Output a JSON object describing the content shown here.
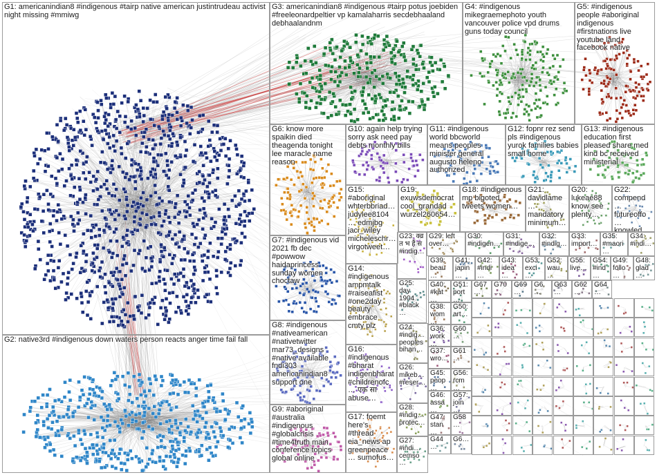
{
  "title": "",
  "colors": {
    "g1": "#1c2f7a",
    "g2": "#2f86c8",
    "g3": "#1f7a3a",
    "g4": "#3d8f3d",
    "g5": "#9c2a18",
    "g6": "#d98a1c",
    "g7": "#2855a8",
    "g8": "#5a6ac0",
    "g9": "#c05aa8",
    "misc": "#8a8a8a",
    "edge_red": "#c41e1e",
    "edge_gray": "#8c8c8c",
    "border": "#9a9a9a"
  },
  "groups": [
    {
      "id": "G1",
      "label": "G1: americanindian8 #indigenous #tairp native american justintrudeau activist night missing #mmiwg",
      "color": "#1c2f7a"
    },
    {
      "id": "G2",
      "label": "G2: native3rd #indigenous down waters person reacts anger time fail fall",
      "color": "#2f86c8"
    },
    {
      "id": "G3",
      "label": "G3: americanindian8 #indigenous #tairp potus joebiden #freeleonardpeltier vp kamalaharris secdebhaaland debhaalandnm",
      "color": "#1f7a3a"
    },
    {
      "id": "G4",
      "label": "G4: #indigenous mikegraemephoto youth vancouver police vpd drums guns today council",
      "color": "#3d8f3d"
    },
    {
      "id": "G5",
      "label": "G5: #indigenous people #aboriginal indigenous #firstnations live youtube land facebook native",
      "color": "#9c2a18"
    },
    {
      "id": "G6",
      "label": "G6: know more spaikin died theagenda tonight lee maracle name reason",
      "color": "#d98a1c"
    },
    {
      "id": "G7",
      "label": "G7: #indigenous vid 2021 fb dec #powwow haidaprincess sunday women choctaw",
      "color": "#2855a8"
    },
    {
      "id": "G8",
      "label": "G8: #indigenous #nativeamerican #nativetwitter mar73_designs #native available fndi303 americanindian8 support one",
      "color": "#5a6ac0"
    },
    {
      "id": "G9",
      "label": "G9: #aboriginal #australia #indigenous #globalcrisis #time4truth main conference topics global online",
      "color": "#c05aa8"
    },
    {
      "id": "G10",
      "label": "G10: again help trying sorry ask need pay debts monthly bills",
      "color": "#7a4ab8"
    },
    {
      "id": "G11",
      "label": "G11: #indigenous world bbcworld means peoples minister general augusto heleno authorized",
      "color": "#4a7ab8"
    },
    {
      "id": "G12",
      "label": "G12: fopnr rez send pls #indigenous yurok families babies small home",
      "color": "#3a9ab8"
    },
    {
      "id": "G13",
      "label": "G13: #indigenous education first pleased share med kind bc received ministerial",
      "color": "#5aa85a"
    },
    {
      "id": "G14",
      "label": "G14: #indigenous ampmtalk #raiseafist #one2day beauty embrace cmty plz",
      "color": "#b8a04a"
    },
    {
      "id": "G15",
      "label": "G15: #aboriginal whterbbriad… judylee8104… edmjbg jaci_wiley micheleschr… virgotweet…",
      "color": "#c8b03a"
    },
    {
      "id": "G16",
      "label": "G16: #indigenous #bharat indigenbharat #childrenofc… एक सा abuse…",
      "color": "#8a5ac8"
    },
    {
      "id": "G17",
      "label": "G17: foemt here's #thread eia_news ap greenpeace… sumofus…",
      "color": "#d88a4a"
    },
    {
      "id": "G18",
      "label": "G18: #indigenous mp bigoted tweets women…",
      "color": "#9a6a3a"
    },
    {
      "id": "G19",
      "label": "G19: exuwsdemocrat cool_grandad wurzel260654…",
      "color": "#c8c03a"
    },
    {
      "id": "G20",
      "label": "G20: lukeae88 know see plenty…",
      "color": "#6aa06a"
    },
    {
      "id": "G21",
      "label": "G21: davidlame… mandatory minimum…",
      "color": "#a0a05a"
    },
    {
      "id": "G22",
      "label": "G22: compend… futureoffo… knowled…",
      "color": "#6a8ab0"
    },
    {
      "id": "G23",
      "label": "G23: क्व्र त भ हैं स #indig…",
      "color": "#a05ac8"
    },
    {
      "id": "G24",
      "label": "G24: #indig… peoples bihan…",
      "color": "#8a8a5a"
    },
    {
      "id": "G25",
      "label": "G25: day 1904 #black…",
      "color": "#5a8a8a"
    },
    {
      "id": "G26",
      "label": "G26: mikeb… #reser…",
      "color": "#7a6aa0"
    },
    {
      "id": "G27",
      "label": "G27: #indi… cemso…",
      "color": "#6aa08a"
    },
    {
      "id": "G28",
      "label": "G28: #indig… protec…",
      "color": "#8aa05a"
    },
    {
      "id": "G29",
      "label": "G29: left over…",
      "color": "#a08a5a"
    },
    {
      "id": "G30",
      "label": "G30: #indigen…",
      "color": "#5a9a6a"
    },
    {
      "id": "G31",
      "label": "G31: #indige…",
      "color": "#8a6aa0"
    },
    {
      "id": "G32",
      "label": "G32: #indig…",
      "color": "#6a8aa0"
    },
    {
      "id": "G33",
      "label": "G33: import…",
      "color": "#a06a6a"
    },
    {
      "id": "G35",
      "label": "G35: #maori…",
      "color": "#6aa0a0"
    },
    {
      "id": "G34",
      "label": "G34: #indi…",
      "color": "#a0a06a"
    },
    {
      "id": "G39",
      "label": "G39: beau…",
      "color": "#9a7a5a"
    },
    {
      "id": "G41",
      "label": "G41: japin…",
      "color": "#5a7a9a"
    },
    {
      "id": "G42",
      "label": "G42: #indi…",
      "color": "#7a9a5a"
    },
    {
      "id": "G43",
      "label": "G43: idea…",
      "color": "#9a5a7a"
    },
    {
      "id": "G53",
      "label": "G53: exci…",
      "color": "#5a9a9a"
    },
    {
      "id": "G52",
      "label": "G52: wau…",
      "color": "#9a9a5a"
    },
    {
      "id": "G55",
      "label": "G55: live…",
      "color": "#7a5a9a"
    },
    {
      "id": "G54",
      "label": "G54: #ind…",
      "color": "#5a9a7a"
    },
    {
      "id": "G49",
      "label": "G49: follo…",
      "color": "#9a7a7a"
    },
    {
      "id": "G48",
      "label": "G48: glad…",
      "color": "#7a9a9a"
    },
    {
      "id": "G40",
      "label": "G40: #kat…",
      "color": "#8a7a5a"
    },
    {
      "id": "G51",
      "label": "G51: port…",
      "color": "#5a8a7a"
    },
    {
      "id": "G67",
      "label": "G67…",
      "color": "#7a8a5a"
    },
    {
      "id": "G70",
      "label": "G70…",
      "color": "#8a5a7a"
    },
    {
      "id": "G69",
      "label": "G69…",
      "color": "#5a7a8a"
    },
    {
      "id": "G6x",
      "label": "G6…",
      "color": "#8a8a7a"
    },
    {
      "id": "G63",
      "label": "G63…",
      "color": "#7a7a8a"
    },
    {
      "id": "G62",
      "label": "G62…",
      "color": "#8a7a8a"
    },
    {
      "id": "G64",
      "label": "G64…",
      "color": "#7a8a8a"
    },
    {
      "id": "G38",
      "label": "G38: wom…",
      "color": "#a07a5a"
    },
    {
      "id": "G50",
      "label": "G50: art…",
      "color": "#5aa07a"
    },
    {
      "id": "G36",
      "label": "G36: work…",
      "color": "#7a5aa0"
    },
    {
      "id": "G37",
      "label": "G37: wro…",
      "color": "#a05a7a"
    },
    {
      "id": "G45",
      "label": "G45: peop…",
      "color": "#5a7aa0"
    },
    {
      "id": "G46",
      "label": "G46: assa…",
      "color": "#7aa05a"
    },
    {
      "id": "G47",
      "label": "G47: stan…",
      "color": "#a07a7a"
    },
    {
      "id": "G44",
      "label": "G44…",
      "color": "#7aa0a0"
    },
    {
      "id": "G56",
      "label": "G56: rcm…",
      "color": "#a0a07a"
    },
    {
      "id": "G57",
      "label": "G57: join…",
      "color": "#7a7aa0"
    },
    {
      "id": "G58",
      "label": "G58…",
      "color": "#a07aa0"
    },
    {
      "id": "G60",
      "label": "G60…",
      "color": "#7aa07a"
    },
    {
      "id": "G61",
      "label": "G61…",
      "color": "#a08a7a"
    },
    {
      "id": "G6y",
      "label": "G6…",
      "color": "#7a8aa0"
    }
  ]
}
